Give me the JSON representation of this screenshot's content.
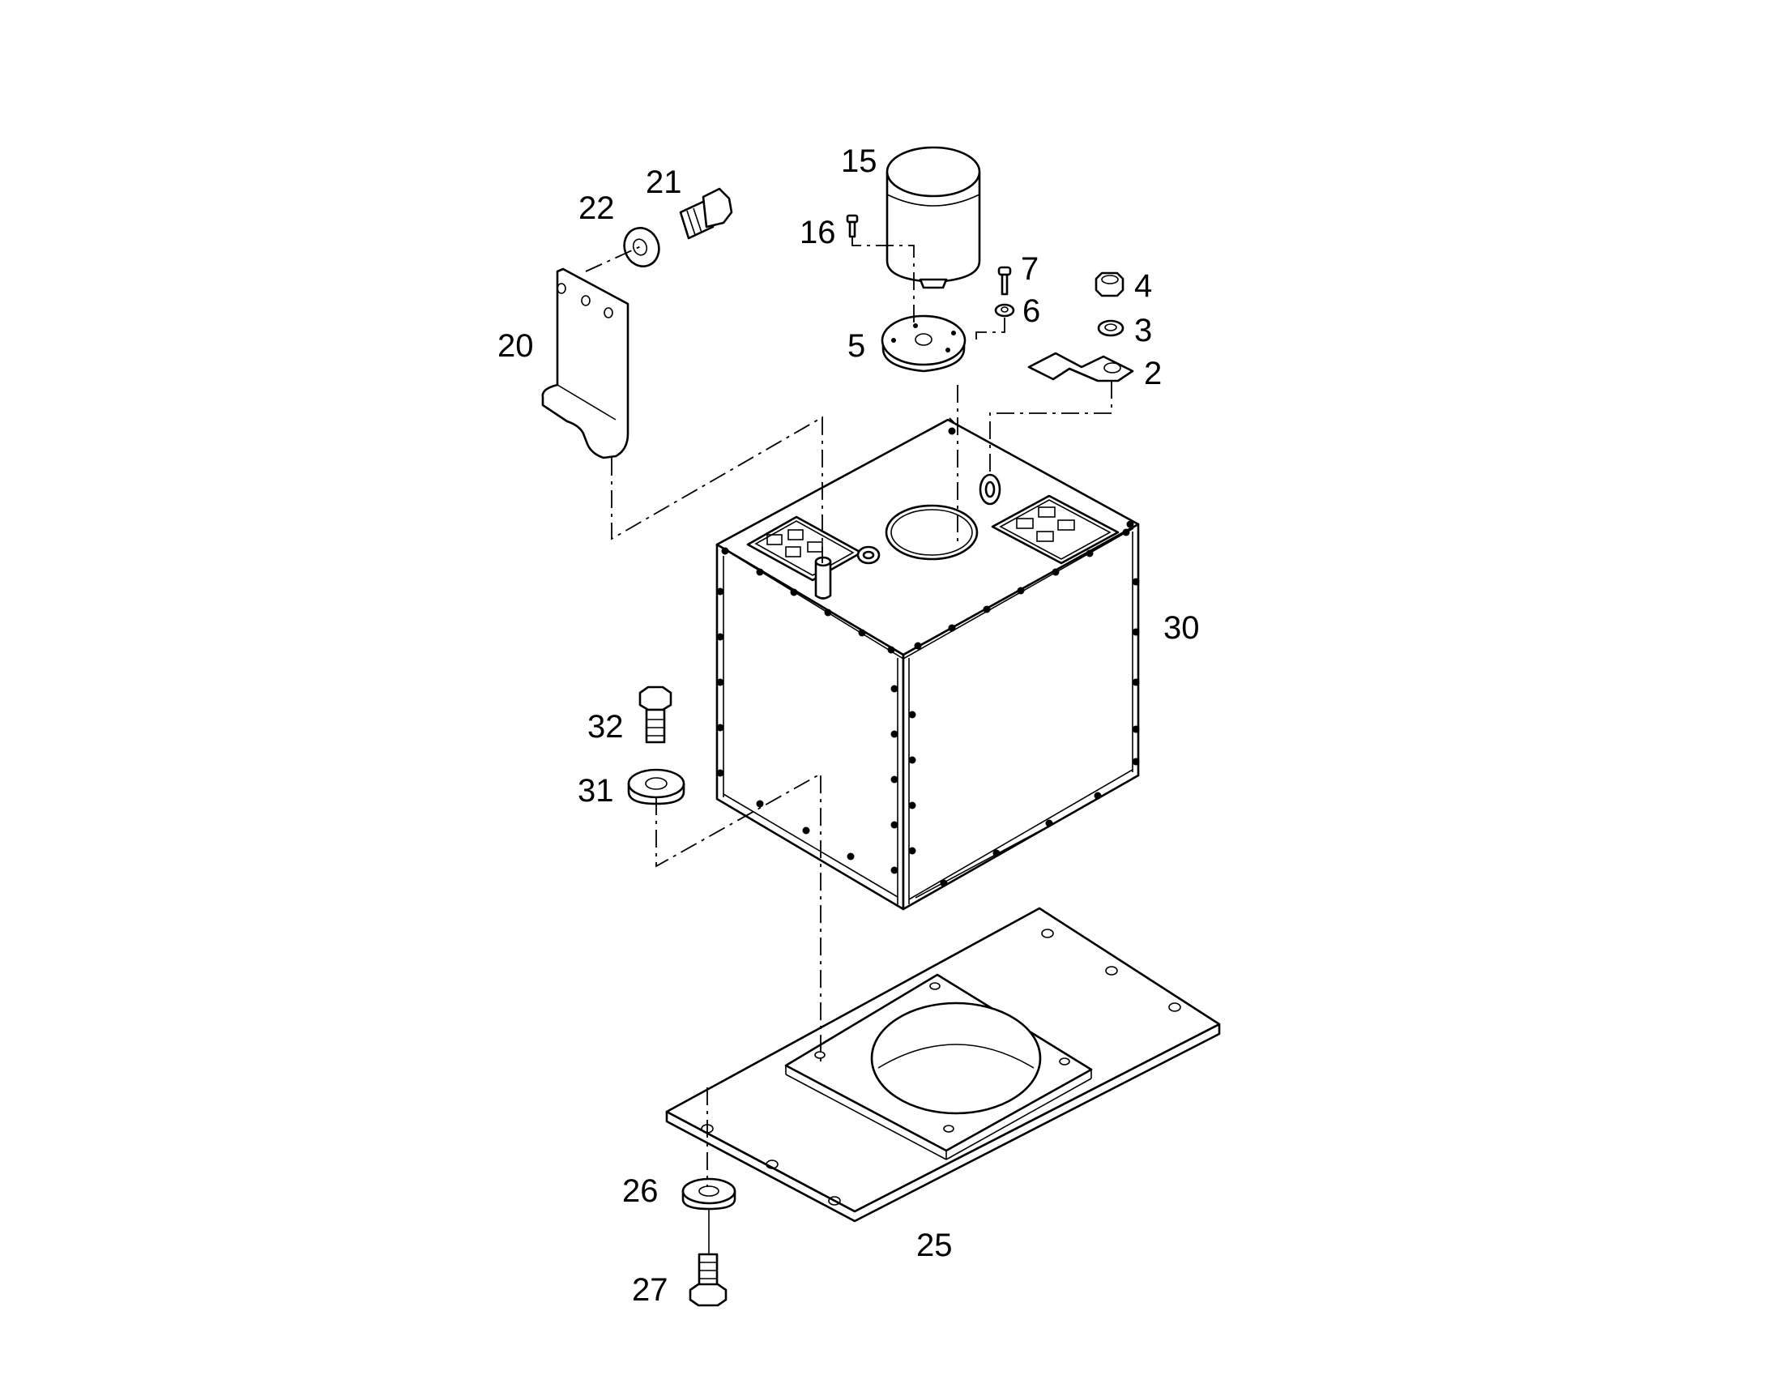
{
  "diagram": {
    "part_labels": [
      {
        "id": "15",
        "text": "15"
      },
      {
        "id": "21",
        "text": "21"
      },
      {
        "id": "22",
        "text": "22"
      },
      {
        "id": "16",
        "text": "16"
      },
      {
        "id": "7",
        "text": "7"
      },
      {
        "id": "4",
        "text": "4"
      },
      {
        "id": "6",
        "text": "6"
      },
      {
        "id": "3",
        "text": "3"
      },
      {
        "id": "20",
        "text": "20"
      },
      {
        "id": "5",
        "text": "5"
      },
      {
        "id": "2",
        "text": "2"
      },
      {
        "id": "30",
        "text": "30"
      },
      {
        "id": "32",
        "text": "32"
      },
      {
        "id": "31",
        "text": "31"
      },
      {
        "id": "26",
        "text": "26"
      },
      {
        "id": "25",
        "text": "25"
      },
      {
        "id": "27",
        "text": "27"
      }
    ]
  }
}
